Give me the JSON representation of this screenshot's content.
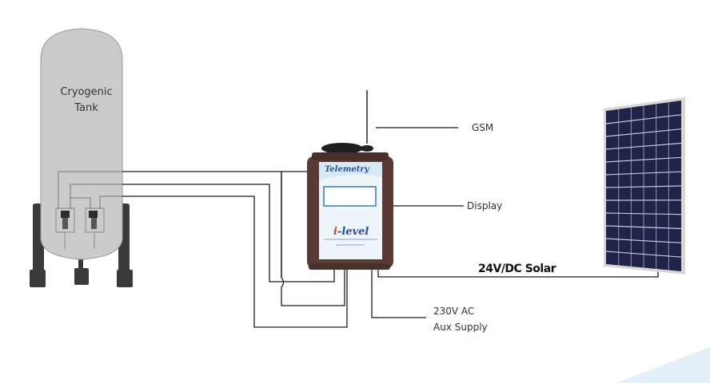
{
  "diagram": {
    "title": "Cryogenic tank telemetry system",
    "tank": {
      "label_line1": "Cryogenic",
      "label_line2": "Tank",
      "sensor_count": 2,
      "color": "#cbcbcb",
      "leg_color": "#3a3a3a"
    },
    "device": {
      "title": "Telemetry",
      "brand_prefix": "i",
      "brand_name": "-level",
      "body_color": "#5a3a34",
      "screen_color": "#eef6fb",
      "display_border": "#2f7fb8"
    },
    "callouts": {
      "gsm": "GSM",
      "display": "Display",
      "solar": "24V/DC Solar",
      "aux_line1": "230V AC",
      "aux_line2": "Aux Supply"
    },
    "solar_panel": {
      "columns": 6,
      "rows": 12,
      "cell_color": "#1f2347",
      "frame_color": "#d7d7d7"
    },
    "accent_color": "#e3f0fa",
    "wire_color": "#1a1a1a"
  }
}
